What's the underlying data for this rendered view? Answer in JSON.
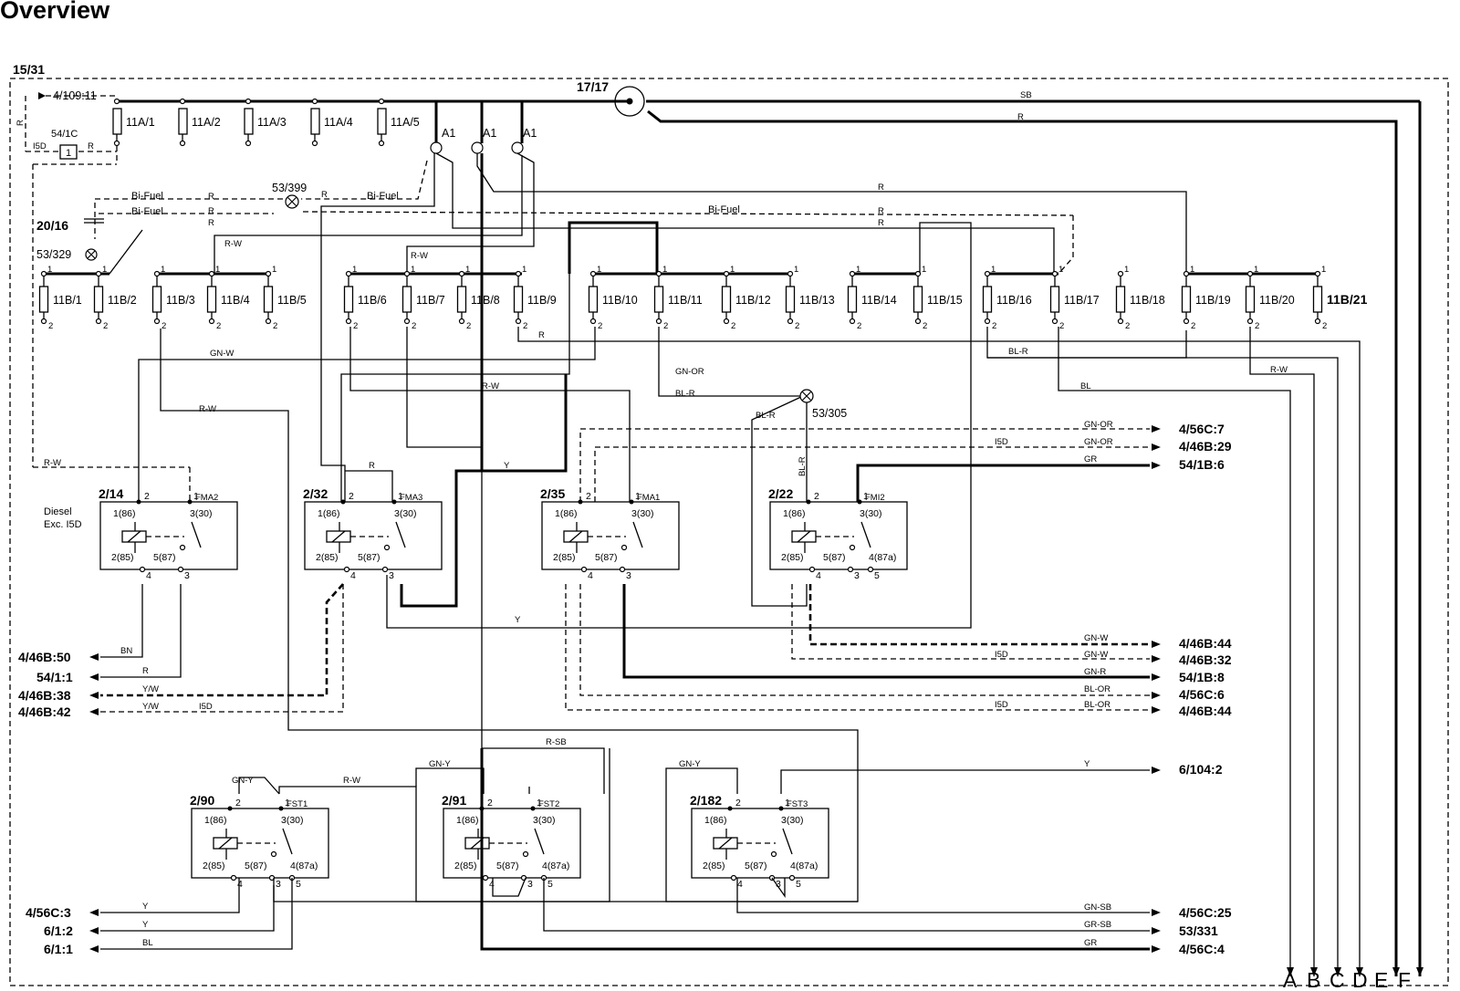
{
  "title": "Overview",
  "frame_label": "15/31",
  "top_ref": "4/109:11",
  "fuses_a": [
    "11A/1",
    "11A/2",
    "11A/3",
    "11A/4",
    "11A/5"
  ],
  "fuses_b": [
    "11B/1",
    "11B/2",
    "11B/3",
    "11B/4",
    "11B/5",
    "11B/6",
    "11B/7",
    "11B/8",
    "11B/9",
    "11B/10",
    "11B/11",
    "11B/12",
    "11B/13",
    "11B/14",
    "11B/15",
    "11B/16",
    "11B/17",
    "11B/18",
    "11B/19",
    "11B/20",
    "11B/21"
  ],
  "switch_1716": "17/17",
  "a1_label": "A1",
  "c541c": "54/1C",
  "c541c_box": "1",
  "i5d": "I5D",
  "bifuel": "Bi-Fuel",
  "c2016": "20/16",
  "c53329": "53/329",
  "c53399": "53/399",
  "c53305": "53/305",
  "diesel": "Diesel",
  "exc": "Exc. I5D",
  "relays": [
    {
      "id": "2/14",
      "name": "FMA2"
    },
    {
      "id": "2/32",
      "name": "FMA3"
    },
    {
      "id": "2/35",
      "name": "FMA1"
    },
    {
      "id": "2/22",
      "name": "FMI2"
    },
    {
      "id": "2/90",
      "name": "FST1"
    },
    {
      "id": "2/91",
      "name": "FST2"
    },
    {
      "id": "2/182",
      "name": "FST3"
    }
  ],
  "relay_pins": {
    "p86": "1(86)",
    "p30": "3(30)",
    "p85": "2(85)",
    "p87": "5(87)",
    "p87a": "4(87a)"
  },
  "pin_nums": [
    "1",
    "2",
    "3",
    "4",
    "5"
  ],
  "wire_colors": {
    "sb": "SB",
    "r": "R",
    "rw": "R-W",
    "gnw": "GN-W",
    "gnor": "GN-OR",
    "blr": "BL-R",
    "bl": "BL",
    "y": "Y",
    "gr": "GR",
    "gnr": "GN-R",
    "blor": "BL-OR",
    "bn": "BN",
    "yw": "Y/W",
    "rsb": "R-SB",
    "gny": "GN-Y",
    "gnsb": "GN-SB",
    "grsb": "GR-SB"
  },
  "refs_right": [
    "4/56C:7",
    "4/46B:29",
    "54/1B:6",
    "4/46B:44",
    "4/46B:32",
    "54/1B:8",
    "4/56C:6",
    "4/46B:44",
    "6/104:2",
    "4/56C:25",
    "53/331",
    "4/56C:4"
  ],
  "refs_left": [
    "4/46B:50",
    "54/1:1",
    "4/46B:38",
    "4/46B:42",
    "4/56C:3",
    "6/1:2",
    "6/1:1"
  ],
  "bus_letters": [
    "A",
    "B",
    "C",
    "D",
    "E",
    "F"
  ]
}
